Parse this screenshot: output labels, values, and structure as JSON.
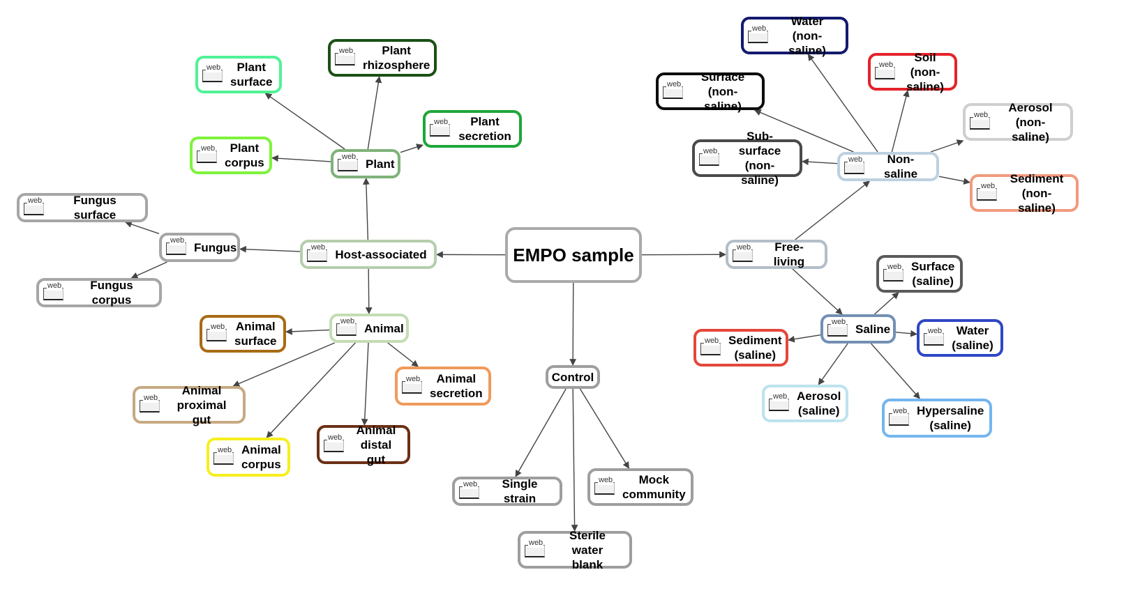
{
  "icon_text": "web",
  "nodes": {
    "root": {
      "label": "EMPO sample",
      "color": "#aaaaaa"
    },
    "host": {
      "label": "Host-associated",
      "color": "#b5ceac"
    },
    "free": {
      "label": "Free-living",
      "color": "#b3bec8"
    },
    "control": {
      "label": "Control",
      "color": "#9e9e9e"
    },
    "plant": {
      "label": "Plant",
      "color": "#7fb27a"
    },
    "animal": {
      "label": "Animal",
      "color": "#c4dcb4"
    },
    "fungus": {
      "label": "Fungus",
      "color": "#a6a6a6"
    },
    "plant_surface": {
      "label": "Plant\nsurface",
      "color": "#4ff295"
    },
    "plant_rhizo": {
      "label": "Plant\nrhizosphere",
      "color": "#1b5015"
    },
    "plant_secretion": {
      "label": "Plant\nsecretion",
      "color": "#1fa63a"
    },
    "plant_corpus": {
      "label": "Plant\ncorpus",
      "color": "#7ef33b"
    },
    "fungus_surface": {
      "label": "Fungus surface",
      "color": "#a6a6a6"
    },
    "fungus_corpus": {
      "label": "Fungus corpus",
      "color": "#a6a6a6"
    },
    "animal_surface": {
      "label": "Animal\nsurface",
      "color": "#a86b14"
    },
    "animal_prox": {
      "label": "Animal\nproximal gut",
      "color": "#c6a983"
    },
    "animal_corpus": {
      "label": "Animal\ncorpus",
      "color": "#f6ef1d"
    },
    "animal_distal": {
      "label": "Animal\ndistal gut",
      "color": "#6b3015"
    },
    "animal_secretion": {
      "label": "Animal\nsecretion",
      "color": "#f09a5a"
    },
    "single_strain": {
      "label": "Single strain",
      "color": "#9e9e9e"
    },
    "mock": {
      "label": "Mock\ncommunity",
      "color": "#9e9e9e"
    },
    "sterile": {
      "label": "Sterile water\nblank",
      "color": "#9e9e9e"
    },
    "nonsaline": {
      "label": "Non-saline",
      "color": "#bcd0e0"
    },
    "saline": {
      "label": "Saline",
      "color": "#7390b4"
    },
    "water_ns": {
      "label": "Water\n(non-saline)",
      "color": "#141a6e"
    },
    "soil_ns": {
      "label": "Soil\n(non-saline)",
      "color": "#e4222a"
    },
    "surface_ns": {
      "label": "Surface\n(non-saline)",
      "color": "#0d0d0d"
    },
    "aerosol_ns": {
      "label": "Aerosol\n(non-saline)",
      "color": "#cfcfcf"
    },
    "subsurface_ns": {
      "label": "Sub-surface\n(non-saline)",
      "color": "#4a4a4a"
    },
    "sediment_ns": {
      "label": "Sediment\n(non-saline)",
      "color": "#f19a7e"
    },
    "surface_s": {
      "label": "Surface\n(saline)",
      "color": "#5a5a5a"
    },
    "water_s": {
      "label": "Water\n(saline)",
      "color": "#2f47c4"
    },
    "sediment_s": {
      "label": "Sediment\n(saline)",
      "color": "#e4473a"
    },
    "aerosol_s": {
      "label": "Aerosol\n(saline)",
      "color": "#bde3ee"
    },
    "hypersaline_s": {
      "label": "Hypersaline\n(saline)",
      "color": "#74b6ef"
    }
  }
}
